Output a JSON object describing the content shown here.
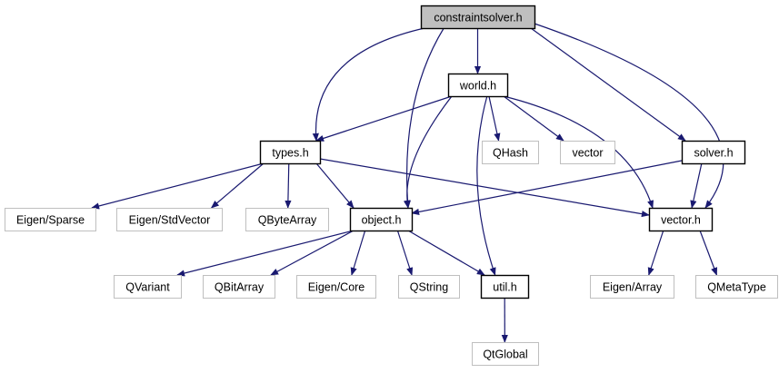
{
  "colors": {
    "edge": "#191970",
    "root_fill": "#bfbfbf",
    "internal_border": "#000000",
    "external_border": "#bfbfbf"
  },
  "nodes": [
    {
      "id": "constraintsolver",
      "label": "constraintsolver.h",
      "kind": "root"
    },
    {
      "id": "world",
      "label": "world.h",
      "kind": "internal"
    },
    {
      "id": "types",
      "label": "types.h",
      "kind": "internal"
    },
    {
      "id": "qhash",
      "label": "QHash",
      "kind": "external"
    },
    {
      "id": "vector_std",
      "label": "vector",
      "kind": "external"
    },
    {
      "id": "solver",
      "label": "solver.h",
      "kind": "internal"
    },
    {
      "id": "eigen_sparse",
      "label": "Eigen/Sparse",
      "kind": "external"
    },
    {
      "id": "eigen_stdvector",
      "label": "Eigen/StdVector",
      "kind": "external"
    },
    {
      "id": "qbytearray",
      "label": "QByteArray",
      "kind": "external"
    },
    {
      "id": "object",
      "label": "object.h",
      "kind": "internal"
    },
    {
      "id": "vectorh",
      "label": "vector.h",
      "kind": "internal"
    },
    {
      "id": "qvariant",
      "label": "QVariant",
      "kind": "external"
    },
    {
      "id": "qbitarray",
      "label": "QBitArray",
      "kind": "external"
    },
    {
      "id": "eigen_core",
      "label": "Eigen/Core",
      "kind": "external"
    },
    {
      "id": "qstring",
      "label": "QString",
      "kind": "external"
    },
    {
      "id": "util",
      "label": "util.h",
      "kind": "internal"
    },
    {
      "id": "eigen_array",
      "label": "Eigen/Array",
      "kind": "external"
    },
    {
      "id": "qmetatype",
      "label": "QMetaType",
      "kind": "external"
    },
    {
      "id": "qtglobal",
      "label": "QtGlobal",
      "kind": "external"
    }
  ],
  "edges": [
    [
      "constraintsolver",
      "world"
    ],
    [
      "constraintsolver",
      "types"
    ],
    [
      "constraintsolver",
      "object"
    ],
    [
      "constraintsolver",
      "solver"
    ],
    [
      "constraintsolver",
      "vectorh"
    ],
    [
      "world",
      "types"
    ],
    [
      "world",
      "object"
    ],
    [
      "world",
      "util"
    ],
    [
      "world",
      "qhash"
    ],
    [
      "world",
      "vector_std"
    ],
    [
      "world",
      "vectorh"
    ],
    [
      "types",
      "eigen_sparse"
    ],
    [
      "types",
      "eigen_stdvector"
    ],
    [
      "types",
      "qbytearray"
    ],
    [
      "types",
      "object"
    ],
    [
      "types",
      "vectorh"
    ],
    [
      "solver",
      "object"
    ],
    [
      "solver",
      "vectorh"
    ],
    [
      "object",
      "qvariant"
    ],
    [
      "object",
      "qbitarray"
    ],
    [
      "object",
      "eigen_core"
    ],
    [
      "object",
      "qstring"
    ],
    [
      "object",
      "util"
    ],
    [
      "vectorh",
      "eigen_array"
    ],
    [
      "vectorh",
      "qmetatype"
    ],
    [
      "util",
      "qtglobal"
    ]
  ]
}
